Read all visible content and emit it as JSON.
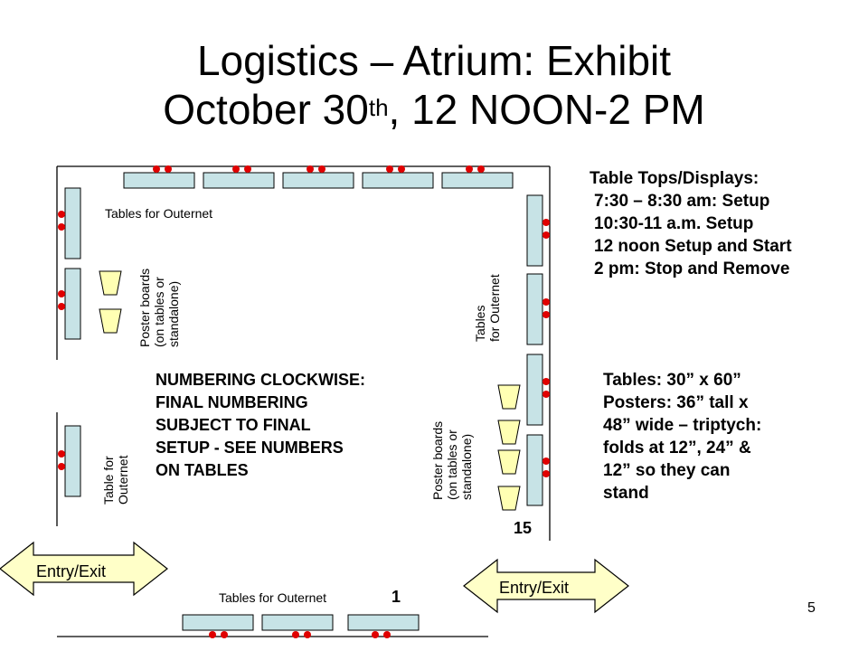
{
  "title": {
    "line1": "Logistics – Atrium: Exhibit",
    "line2_before": "October 30",
    "line2_sup": "th",
    "line2_after": ", 12 NOON-2 PM"
  },
  "labels": {
    "tables_outernet_top": "Tables for Outernet",
    "tables_outernet_bottom": "Tables for Outernet",
    "poster_left": [
      "Poster boards",
      "(on tables or",
      "standalone)"
    ],
    "tables_right": [
      "Tables",
      "for Outernet"
    ],
    "table_left_lower": [
      "Table for",
      "Outernet"
    ],
    "poster_center": [
      "Poster boards",
      "(on tables or",
      "standalone)"
    ],
    "numbering": [
      "NUMBERING CLOCKWISE:",
      "FINAL NUMBERING",
      "SUBJECT TO FINAL",
      "SETUP - SEE NUMBERS",
      "ON TABLES"
    ],
    "num_15": "15",
    "num_1": "1",
    "entry_left": "Entry/Exit",
    "entry_right": "Entry/Exit",
    "page_number": "5"
  },
  "schedule": {
    "heading": "Table Tops/Displays:",
    "items": [
      "7:30 – 8:30 am: Setup",
      "10:30-11 a.m. Setup",
      "12 noon Setup and Start",
      "2 pm: Stop and Remove"
    ]
  },
  "specs": [
    "Tables: 30” x 60”",
    "Posters: 36” tall x",
    "48” wide – triptych:",
    "folds at 12”, 24” &",
    "12” so they can",
    "stand"
  ],
  "colors": {
    "table_fill": "#c7e3e6",
    "poster_fill": "#ffffb3",
    "chair": "#e00000",
    "arrow_fill": "#ffffc8"
  }
}
